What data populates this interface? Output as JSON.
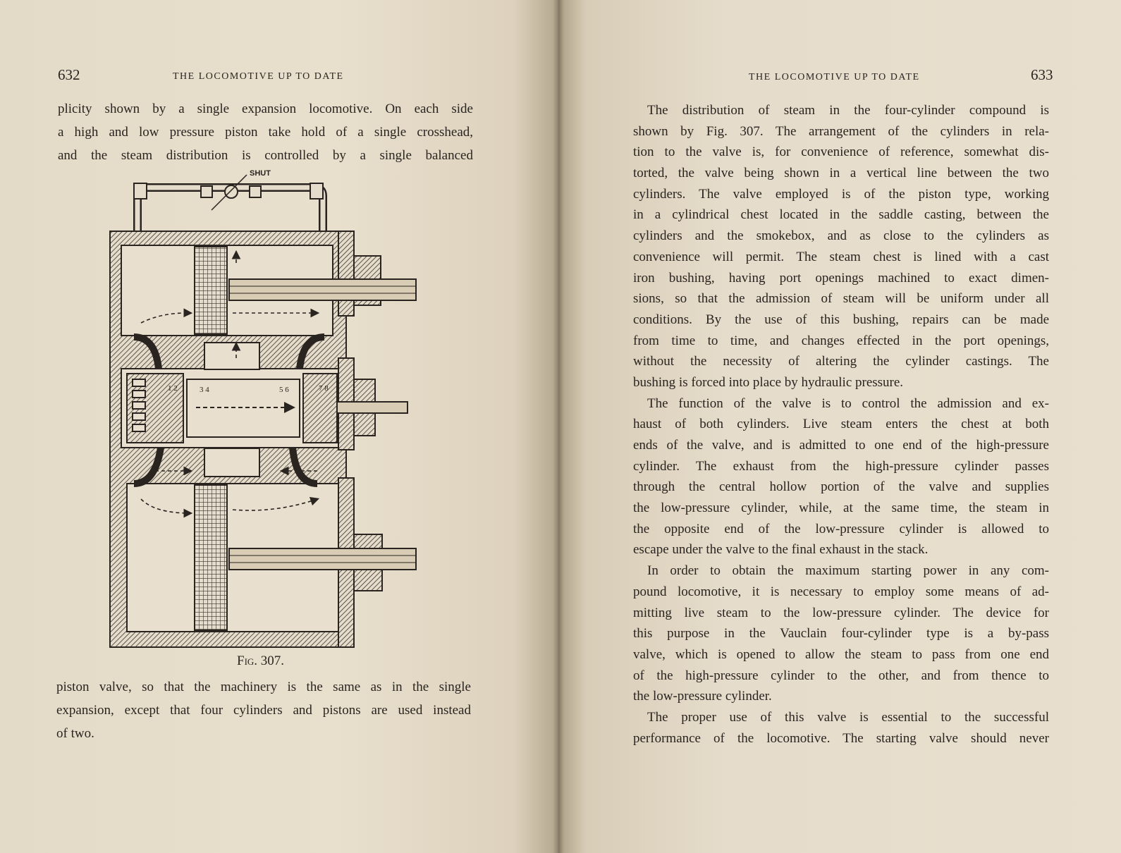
{
  "left_page": {
    "page_number": "632",
    "running_head": "THE LOCOMOTIVE UP TO DATE",
    "top_lines": [
      "plicity shown by a single expansion locomotive.  On each side",
      "a high and low pressure piston take hold of a single crosshead,",
      "and the steam distribution is controlled by a single balanced"
    ],
    "figure": {
      "valve_label": "SHUT",
      "port_labels": [
        "1 2",
        "3 4",
        "5 6",
        "7 8"
      ],
      "caption": "Fig. 307."
    },
    "bottom_lines": [
      "piston valve, so that the machinery is the same as in the single",
      "expansion, except that four cylinders and pistons are used instead",
      "of two."
    ]
  },
  "right_page": {
    "page_number": "633",
    "running_head": "THE LOCOMOTIVE UP TO DATE",
    "paragraphs": [
      [
        "The distribution of steam in the four-cylinder compound is",
        "shown by Fig. 307.  The arrangement of the cylinders in rela-",
        "tion to the valve is, for convenience of reference, somewhat dis-",
        "torted, the valve being shown in a vertical line between the two",
        "cylinders.  The valve employed is of the piston type, working",
        "in a cylindrical chest located in the saddle casting, between the",
        "cylinders and the smokebox, and as close to the cylinders as",
        "convenience will permit.  The steam chest is lined with a cast",
        "iron bushing, having port openings machined to exact dimen-",
        "sions, so that the admission of steam will be uniform under all",
        "conditions.  By the use of this bushing, repairs can be made",
        "from time to time, and changes effected in the port openings,",
        "without the necessity of altering the cylinder castings.  The",
        "bushing is forced into place by hydraulic pressure."
      ],
      [
        "The function of the valve is to control the admission and ex-",
        "haust of both cylinders.  Live steam enters the chest at both",
        "ends of the valve, and is admitted to one end of the high-pressure",
        "cylinder.  The exhaust from the high-pressure cylinder passes",
        "through the central hollow portion of the valve and supplies",
        "the low-pressure cylinder, while, at the same time, the steam in",
        "the opposite end of the low-pressure cylinder is allowed to",
        "escape under the valve to the final exhaust in the stack."
      ],
      [
        "In order to obtain the maximum starting power in any com-",
        "pound locomotive, it is necessary to employ some means of ad-",
        "mitting live steam to the low-pressure cylinder.  The device for",
        "this purpose in the Vauclain four-cylinder type is a by-pass",
        "valve, which is opened to allow the steam to pass from one end",
        "of the high-pressure cylinder to the other, and from thence to",
        "the low-pressure cylinder."
      ],
      [
        "The proper use of this valve is essential to the successful",
        "performance of the locomotive.  The starting valve should never"
      ]
    ]
  }
}
